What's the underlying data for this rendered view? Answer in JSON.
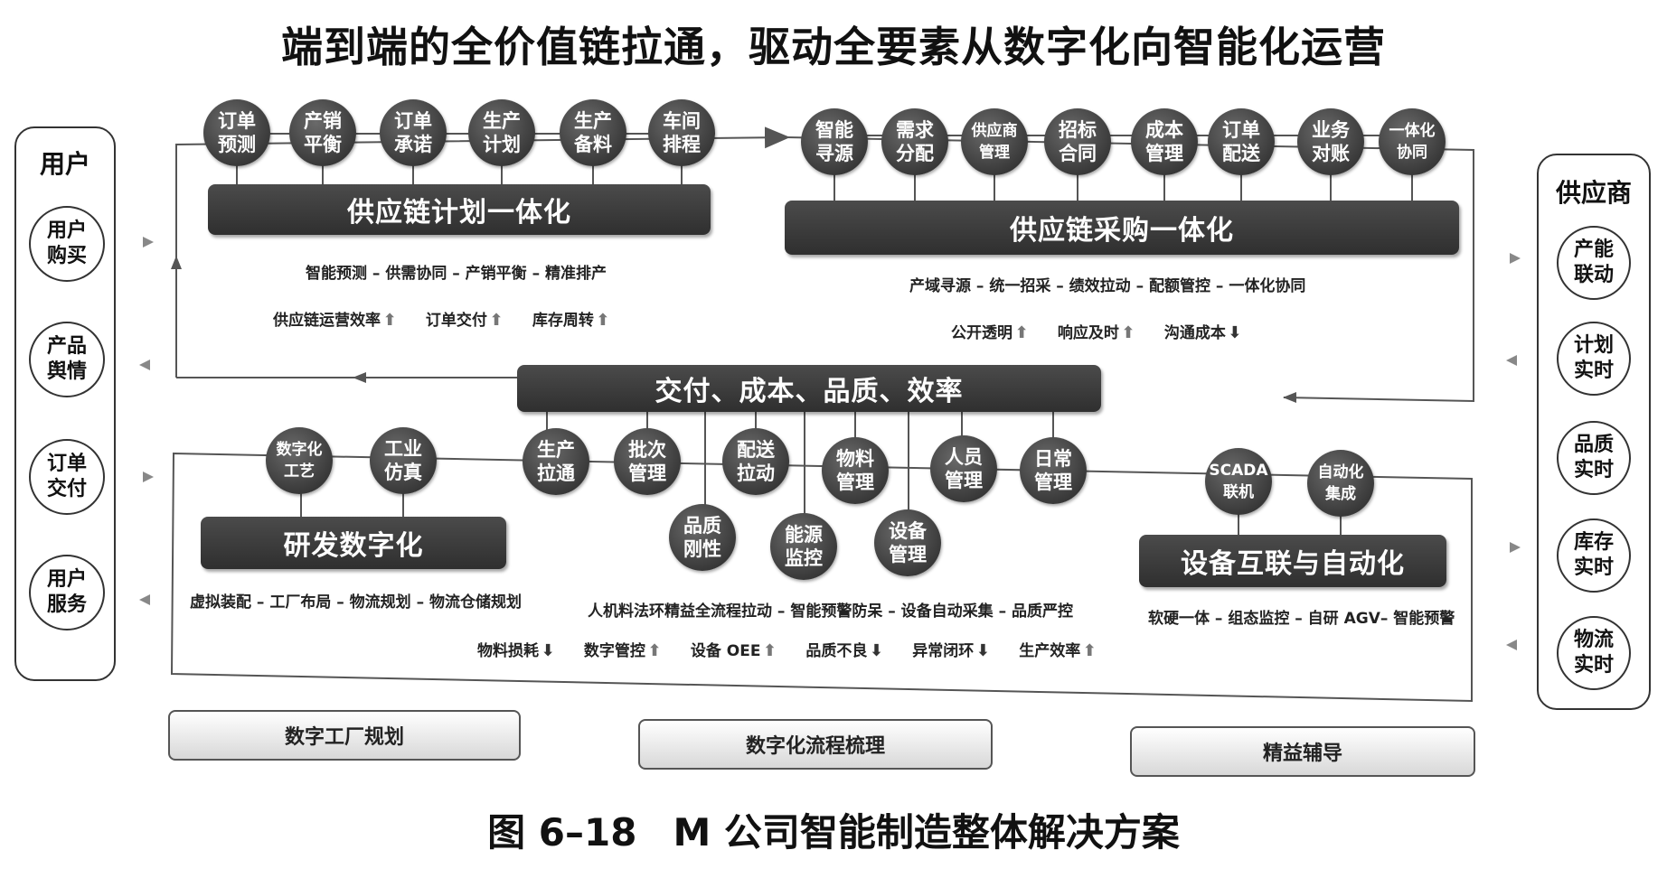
{
  "title": "端到端的全价值链拉通，驱动全要素从数字化向智能化运营",
  "caption": {
    "number": "图 6–18",
    "text": "M 公司智能制造整体解决方案"
  },
  "user_panel": {
    "title": "用户",
    "items": [
      {
        "line1": "用户",
        "line2": "购买"
      },
      {
        "line1": "产品",
        "line2": "舆情"
      },
      {
        "line1": "订单",
        "line2": "交付"
      },
      {
        "line1": "用户",
        "line2": "服务"
      }
    ]
  },
  "supplier_panel": {
    "title": "供应商",
    "items": [
      {
        "line1": "产能",
        "line2": "联动"
      },
      {
        "line1": "计划",
        "line2": "实时"
      },
      {
        "line1": "品质",
        "line2": "实时"
      },
      {
        "line1": "库存",
        "line2": "实时"
      },
      {
        "line1": "物流",
        "line2": "实时"
      }
    ]
  },
  "supply_plan": {
    "title": "供应链计划一体化",
    "nodes": [
      {
        "line1": "订单",
        "line2": "预测"
      },
      {
        "line1": "产销",
        "line2": "平衡"
      },
      {
        "line1": "订单",
        "line2": "承诺"
      },
      {
        "line1": "生产",
        "line2": "计划"
      },
      {
        "line1": "生产",
        "line2": "备料"
      },
      {
        "line1": "车间",
        "line2": "排程"
      }
    ],
    "desc": "智能预测 – 供需协同 – 产销平衡 – 精准排产",
    "kpis": [
      {
        "label": "供应链运营效率",
        "trend": "up"
      },
      {
        "label": "订单交付",
        "trend": "up"
      },
      {
        "label": "库存周转",
        "trend": "up"
      }
    ]
  },
  "supply_purchase": {
    "title": "供应链采购一体化",
    "nodes": [
      {
        "line1": "智能",
        "line2": "寻源"
      },
      {
        "line1": "需求",
        "line2": "分配"
      },
      {
        "line1": "供应商",
        "line2": "管理"
      },
      {
        "line1": "招标",
        "line2": "合同"
      },
      {
        "line1": "成本",
        "line2": "管理"
      },
      {
        "line1": "订单",
        "line2": "配送"
      },
      {
        "line1": "业务",
        "line2": "对账"
      },
      {
        "line1": "一体化",
        "line2": "协同"
      }
    ],
    "desc": "产域寻源 – 统一招采 – 绩效拉动 – 配额管控 – 一体化协同",
    "kpis": [
      {
        "label": "公开透明",
        "trend": "up"
      },
      {
        "label": "响应及时",
        "trend": "up"
      },
      {
        "label": "沟通成本",
        "trend": "down"
      }
    ]
  },
  "center_bar": {
    "title": "交付、成本、品质、效率"
  },
  "rd": {
    "title": "研发数字化",
    "nodes": [
      {
        "line1": "数字化",
        "line2": "工艺"
      },
      {
        "line1": "工业",
        "line2": "仿真"
      }
    ],
    "desc": "虚拟装配 – 工厂布局 – 物流规划 – 物流仓储规划"
  },
  "production": {
    "nodes_top": [
      {
        "line1": "生产",
        "line2": "拉通"
      },
      {
        "line1": "批次",
        "line2": "管理"
      },
      {
        "line1": "配送",
        "line2": "拉动"
      },
      {
        "line1": "物料",
        "line2": "管理"
      },
      {
        "line1": "人员",
        "line2": "管理"
      },
      {
        "line1": "日常",
        "line2": "管理"
      }
    ],
    "nodes_bottom": [
      {
        "line1": "品质",
        "line2": "刚性"
      },
      {
        "line1": "能源",
        "line2": "监控"
      },
      {
        "line1": "设备",
        "line2": "管理"
      }
    ],
    "desc": "人机料法环精益全流程拉动 – 智能预警防呆 – 设备自动采集 – 品质严控",
    "kpis": [
      {
        "label": "物料损耗",
        "trend": "down"
      },
      {
        "label": "数字管控",
        "trend": "up"
      },
      {
        "label": "设备 OEE",
        "trend": "up"
      },
      {
        "label": "品质不良",
        "trend": "down"
      },
      {
        "label": "异常闭环",
        "trend": "down"
      },
      {
        "label": "生产效率",
        "trend": "up"
      }
    ]
  },
  "equipment": {
    "title": "设备互联与自动化",
    "nodes": [
      {
        "line1": "SCADA",
        "line2": "联机"
      },
      {
        "line1": "自动化",
        "line2": "集成"
      }
    ],
    "desc": "软硬一体 – 组态监控 – 自研 AGV– 智能预警"
  },
  "bottom_buttons": [
    "数字工厂规划",
    "数字化流程梳理",
    "精益辅导"
  ],
  "colors": {
    "node": "#3a3a3a",
    "bar": "#3b3b3b",
    "line": "#555555",
    "panel_border": "#333333"
  }
}
